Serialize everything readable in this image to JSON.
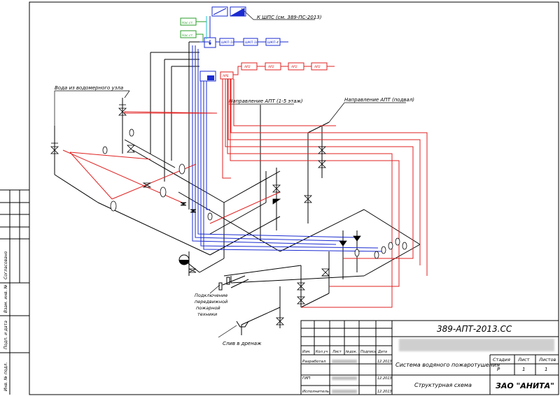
{
  "labels": {
    "water_from_meter": "Вода из водомерного узла",
    "to_shps": "К ШПС (см. 389-ПС-2013)",
    "apt_direction_floors": "Направление АПТ (1-5 этаж)",
    "apt_direction_basement": "Направление АПТ (подвал)",
    "fire_equipment": [
      "Подключение",
      "передвижной",
      "пожарной",
      "техники"
    ],
    "drain": "Слив в дренаж"
  },
  "devices": {
    "pump_station_1": "Нас.ст.",
    "pump_station_2": "Нас.ст.",
    "shkp_1": "ШКП-10",
    "shkp_2": "ШКП-10",
    "shkp_3": "ШКП-4",
    "apb_main": "АРБ",
    "ap2_1": "АР2",
    "ap2_2": "АР2",
    "ap2_3": "АР2",
    "ap2_4": "АР2"
  },
  "side_panel": {
    "agreed": "Согласовано",
    "inv_no_replaced": "Взам. инв. №",
    "sign_date": "Подп. и дата",
    "inv_no_orig": "Инв. № подл."
  },
  "title_block": {
    "doc_code": "389-АПТ-2013.СС",
    "headers": [
      "Изм.",
      "Кол.уч",
      "Лист",
      "№док.",
      "Подпись",
      "Дата"
    ],
    "roles": [
      "Разработал",
      "ГИП",
      "Исполнитель"
    ],
    "dates": [
      "12.2013",
      "12.2013",
      "12.2013"
    ],
    "system_name": "Система водяного пожаротушения",
    "scheme_name": "Структурная схема",
    "stage_header": "Стадия",
    "sheet_header": "Лист",
    "sheets_header": "Листов",
    "stage": "Р",
    "sheet": "1",
    "sheets": "1",
    "company": "ЗАО \"АНИТА\""
  }
}
